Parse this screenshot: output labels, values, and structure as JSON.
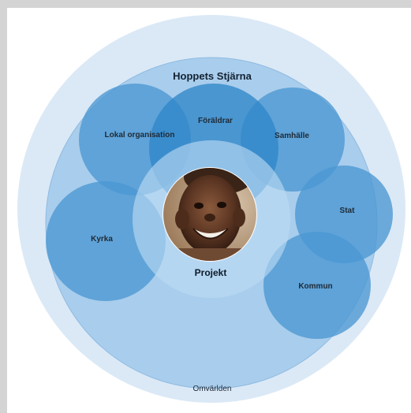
{
  "diagram": {
    "title": "Hoppets Stjärna",
    "outer_label": "Omvärlden",
    "center_label": "Projekt",
    "photo_icon": "smiling-child-photo",
    "nodes": [
      {
        "id": "lokal-organisation",
        "label": "Lokal organisation"
      },
      {
        "id": "foraldrar",
        "label": "Föräldrar"
      },
      {
        "id": "samhalle",
        "label": "Samhälle"
      },
      {
        "id": "kyrka",
        "label": "Kyrka"
      },
      {
        "id": "stat",
        "label": "Stat"
      },
      {
        "id": "kommun",
        "label": "Kommun"
      }
    ],
    "colors": {
      "outer": "#dbe9f6",
      "star": "#a9cdec",
      "bubble": "#4a97d2",
      "foraldrar": "#2f86c9",
      "projekt": "#bddcf3"
    }
  }
}
